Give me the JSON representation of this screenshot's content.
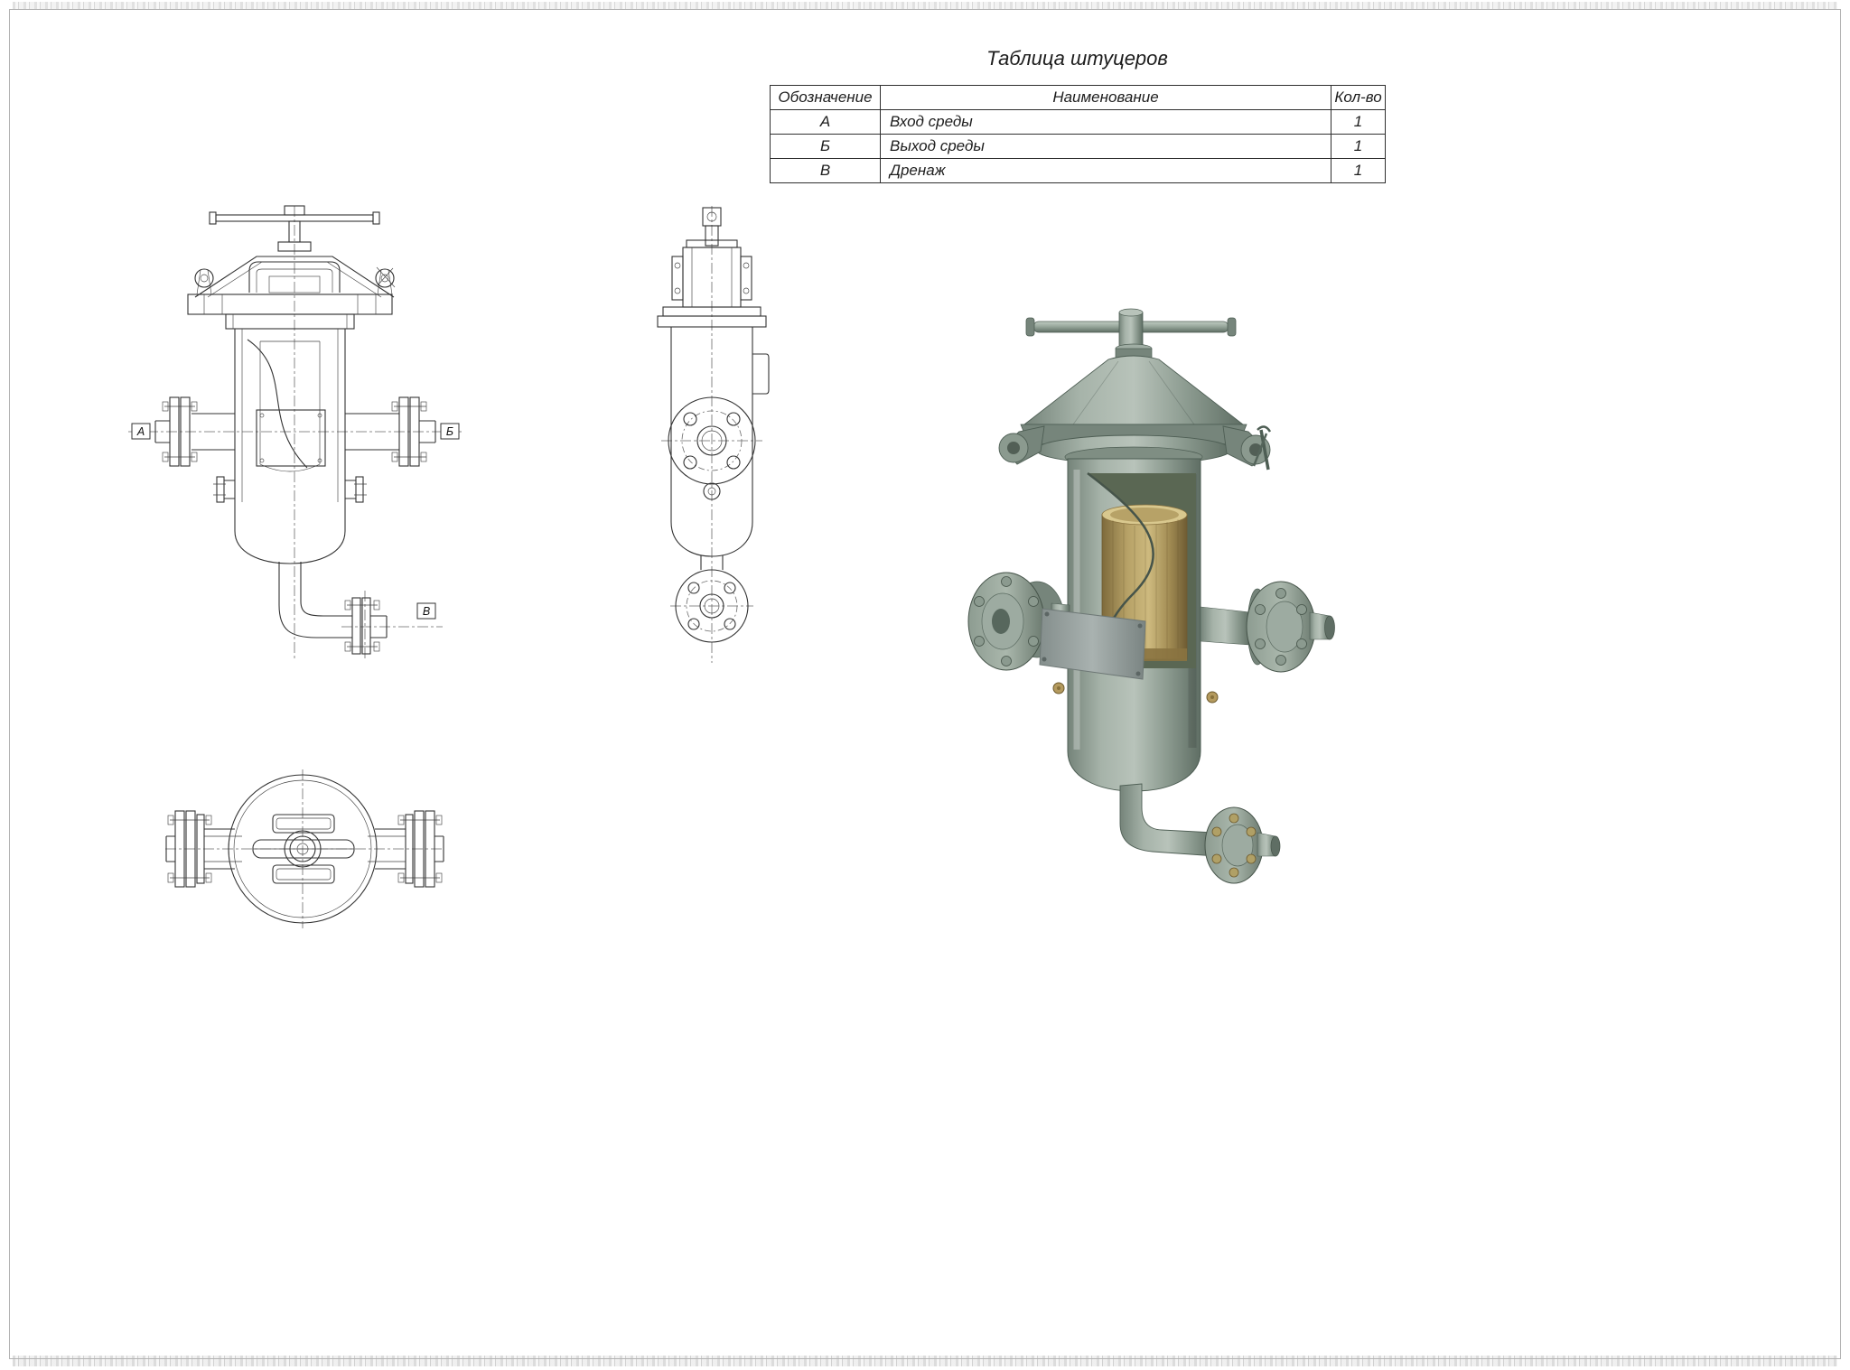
{
  "table": {
    "title": "Таблица штуцеров",
    "headers": {
      "designation": "Обозначение",
      "name": "Наименование",
      "qty": "Кол-во"
    },
    "rows": [
      {
        "designation": "А",
        "name": "Вход среды",
        "qty": "1"
      },
      {
        "designation": "Б",
        "name": "Выход среды",
        "qty": "1"
      },
      {
        "designation": "В",
        "name": "Дренаж",
        "qty": "1"
      }
    ]
  },
  "drawing": {
    "labels": {
      "inlet": "А",
      "outlet": "Б",
      "drain": "В"
    },
    "line_color": "#333333",
    "colors": {
      "body_green": "#93a297",
      "body_green_light": "#b8c3ba",
      "body_green_dark": "#5f6e64",
      "basket_bronze": "#b7a267",
      "basket_bronze_dark": "#6f5c33",
      "plate_gray": "#a5aeac"
    }
  }
}
